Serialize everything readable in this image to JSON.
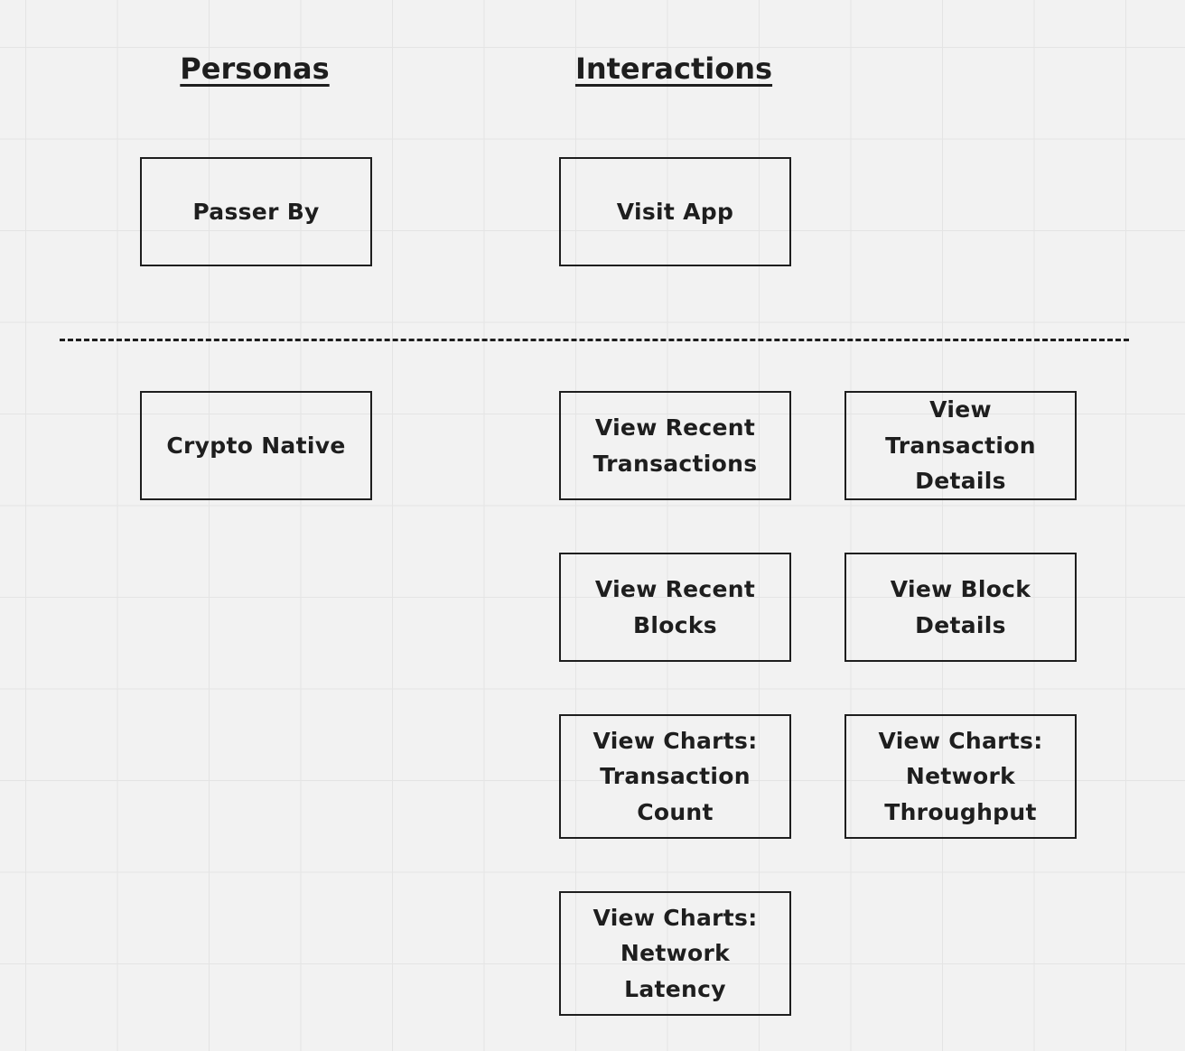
{
  "headings": {
    "personas": "Personas",
    "interactions": "Interactions"
  },
  "personas": {
    "passer_by": "Passer By",
    "crypto_native": "Crypto Native"
  },
  "interactions": {
    "visit_app": "Visit App",
    "view_recent_transactions": "View Recent\nTransactions",
    "view_transaction_details": "View\nTransaction\nDetails",
    "view_recent_blocks": "View Recent\nBlocks",
    "view_block_details": "View Block\nDetails",
    "view_charts_transaction_count": "View Charts:\nTransaction\nCount",
    "view_charts_network_throughput": "View Charts:\nNetwork\nThroughput",
    "view_charts_network_latency": "View Charts:\nNetwork\nLatency"
  }
}
